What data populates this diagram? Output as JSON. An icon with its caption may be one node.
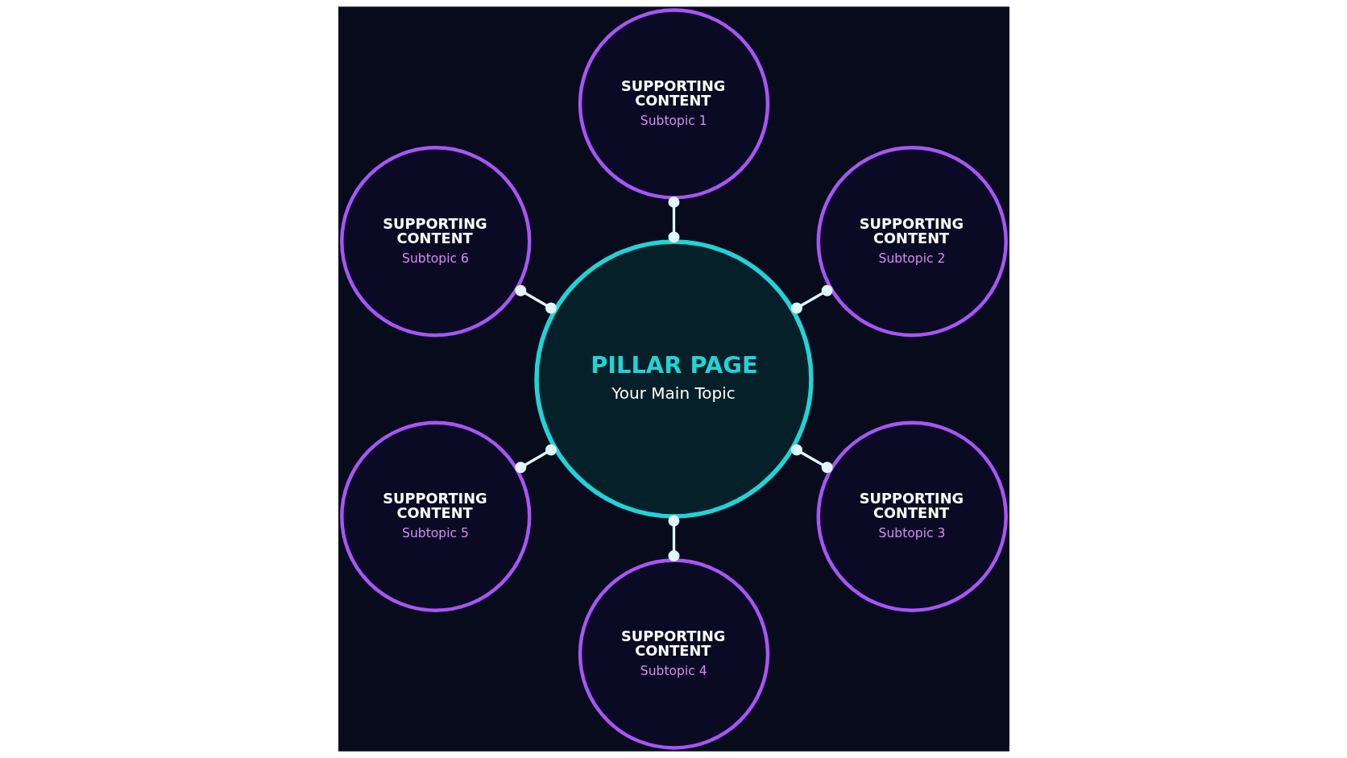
{
  "diagram": {
    "nodes": [
      {
        "text": [
          "PILLAR PAGE",
          "Your Main Topic"
        ]
      },
      {
        "text": [
          "SUPPORTING CONTENT",
          "Subtopic 1"
        ]
      },
      {
        "text": [
          "SUPPORTING CONTENT",
          "Subtopic 2"
        ]
      },
      {
        "text": [
          "SUPPORTING CONTENT",
          "Subtopic 3"
        ]
      },
      {
        "text": [
          "SUPPORTING CONTENT",
          "Subtopic 4"
        ]
      },
      {
        "text": [
          "SUPPORTING CONTENT",
          "Subtopic 5"
        ]
      },
      {
        "text": [
          "SUPPORTING CONTENT",
          "Subtopic 6"
        ]
      }
    ],
    "edges": [
      {
        "from": 0,
        "to": 1,
        "arrow": "other"
      },
      {
        "from": 0,
        "to": 2,
        "arrow": "other"
      },
      {
        "from": 0,
        "to": 3,
        "arrow": "other"
      },
      {
        "from": 0,
        "to": 4,
        "arrow": "other"
      },
      {
        "from": 0,
        "to": 5,
        "arrow": "other"
      },
      {
        "from": 0,
        "to": 6,
        "arrow": "other"
      }
    ]
  }
}
